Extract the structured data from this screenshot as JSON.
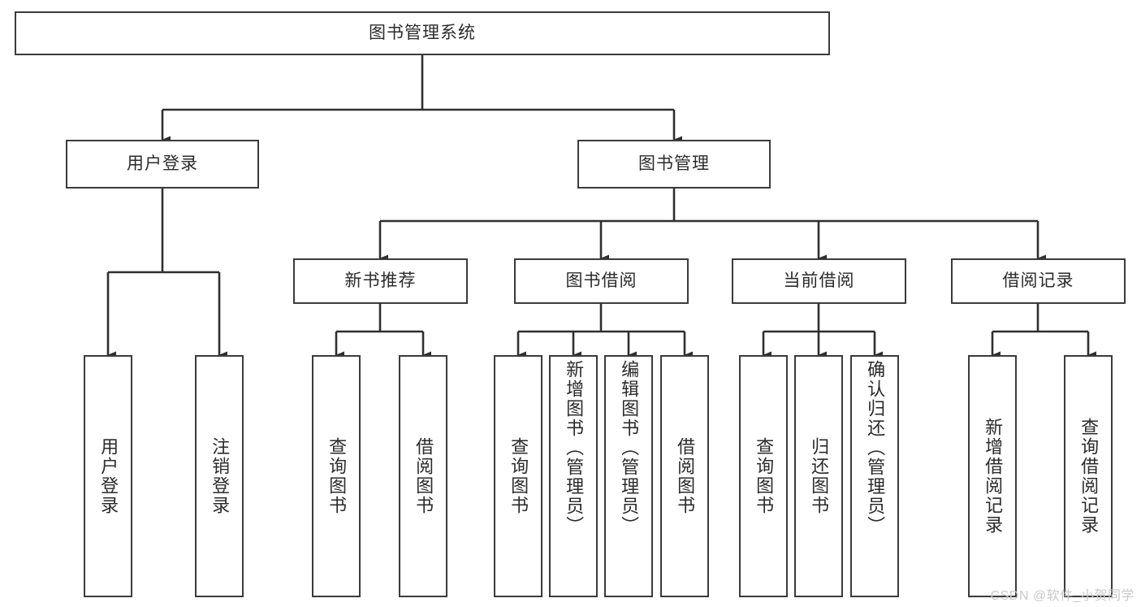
{
  "diagram": {
    "type": "hierarchy-tree",
    "title": "图书管理系统",
    "watermark": "CSDN @软件_小贺同学",
    "colors": {
      "box_border": "#3b3b3b",
      "box_fill": "#ffffff",
      "connector": "#2f2f2f",
      "text": "#2b2b2b",
      "watermark": "#c9c9c9",
      "background": "#ffffff"
    },
    "root": {
      "label": "图书管理系统"
    },
    "level2": [
      {
        "label": "用户登录"
      },
      {
        "label": "图书管理"
      }
    ],
    "level3": [
      {
        "label": "新书推荐"
      },
      {
        "label": "图书借阅"
      },
      {
        "label": "当前借阅"
      },
      {
        "label": "借阅记录"
      }
    ],
    "leaves": {
      "user_login": [
        {
          "label": "用户登录"
        },
        {
          "label": "注销登录"
        }
      ],
      "new_book_recommend": [
        {
          "label": "查询图书"
        },
        {
          "label": "借阅图书"
        }
      ],
      "book_borrow": [
        {
          "label": "查询图书"
        },
        {
          "label": "新增图书（管理员）"
        },
        {
          "label": "编辑图书（管理员）"
        },
        {
          "label": "借阅图书"
        }
      ],
      "current_borrow": [
        {
          "label": "查询图书"
        },
        {
          "label": "归还图书"
        },
        {
          "label": "确认归还（管理员）"
        }
      ],
      "borrow_record": [
        {
          "label": "新增借阅记录"
        },
        {
          "label": "查询借阅记录"
        }
      ]
    }
  }
}
